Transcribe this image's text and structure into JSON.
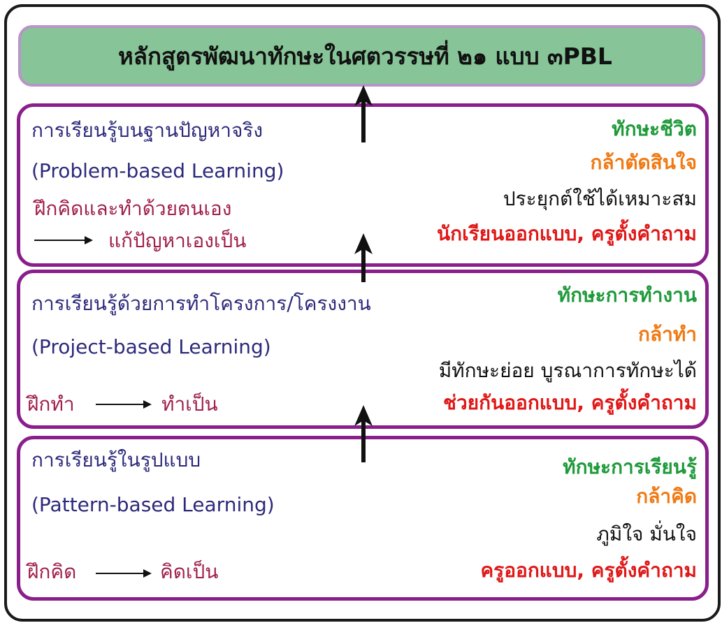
{
  "title": "หลักสูตรพัฒนาทักษะในศตวรรษที่ ๒๑ แบบ ๓PBL",
  "levels": [
    {
      "name_th": "การเรียนรู้บนฐานปัญหาจริง",
      "name_en": "(Problem-based Learning)",
      "practice": "ฝึกคิดและทำด้วยตนเอง",
      "outcome": "แก้ปัญหาเองเป็น",
      "skill": "ทักษะชีวิต",
      "courage": "กล้าตัดสินใจ",
      "ability": "ประยุกต์ใช้ได้เหมาะสม",
      "roles": "นักเรียนออกแบบ, ครูตั้งคำถาม"
    },
    {
      "name_th": "การเรียนรู้ด้วยการทำโครงการ/โครงงาน",
      "name_en": "(Project-based Learning)",
      "practice": "ฝึกทำ",
      "outcome": "ทำเป็น",
      "skill": "ทักษะการทำงาน",
      "courage": "กล้าทำ",
      "ability": "มีทักษะย่อย บูรณาการทักษะได้",
      "roles": "ช่วยกันออกแบบ, ครูตั้งคำถาม"
    },
    {
      "name_th": "การเรียนรู้ในรูปแบบ",
      "name_en": "(Pattern-based Learning)",
      "practice": "ฝึกคิด",
      "outcome": "คิดเป็น",
      "skill": "ทักษะการเรียนรู้",
      "courage": "กล้าคิด",
      "ability": "ภูมิใจ มั่นใจ",
      "roles": "ครูออกแบบ, ครูตั้งคำถาม"
    }
  ],
  "colors": {
    "title_fill": "#87c497",
    "title_border": "#b994c9",
    "panel_border": "#8a1f8c",
    "navy_text": "#2c2a7a",
    "maroon_text": "#a0204a",
    "green_text": "#1e9a3a",
    "orange_text": "#f07a14",
    "red_text": "#e01818"
  }
}
